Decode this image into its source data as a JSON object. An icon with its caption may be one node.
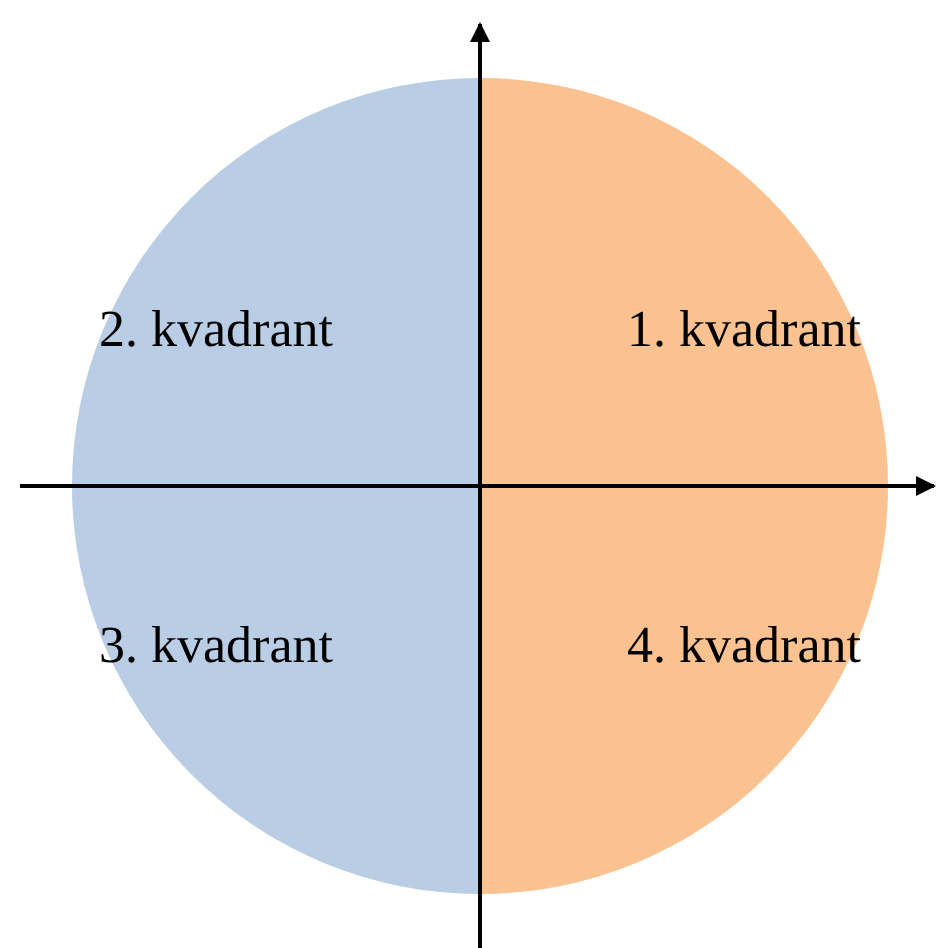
{
  "diagram": {
    "labels": [
      "2. kvadrant",
      "1. kvadrant",
      "3. kvadrant",
      "4. kvadrant"
    ]
  }
}
